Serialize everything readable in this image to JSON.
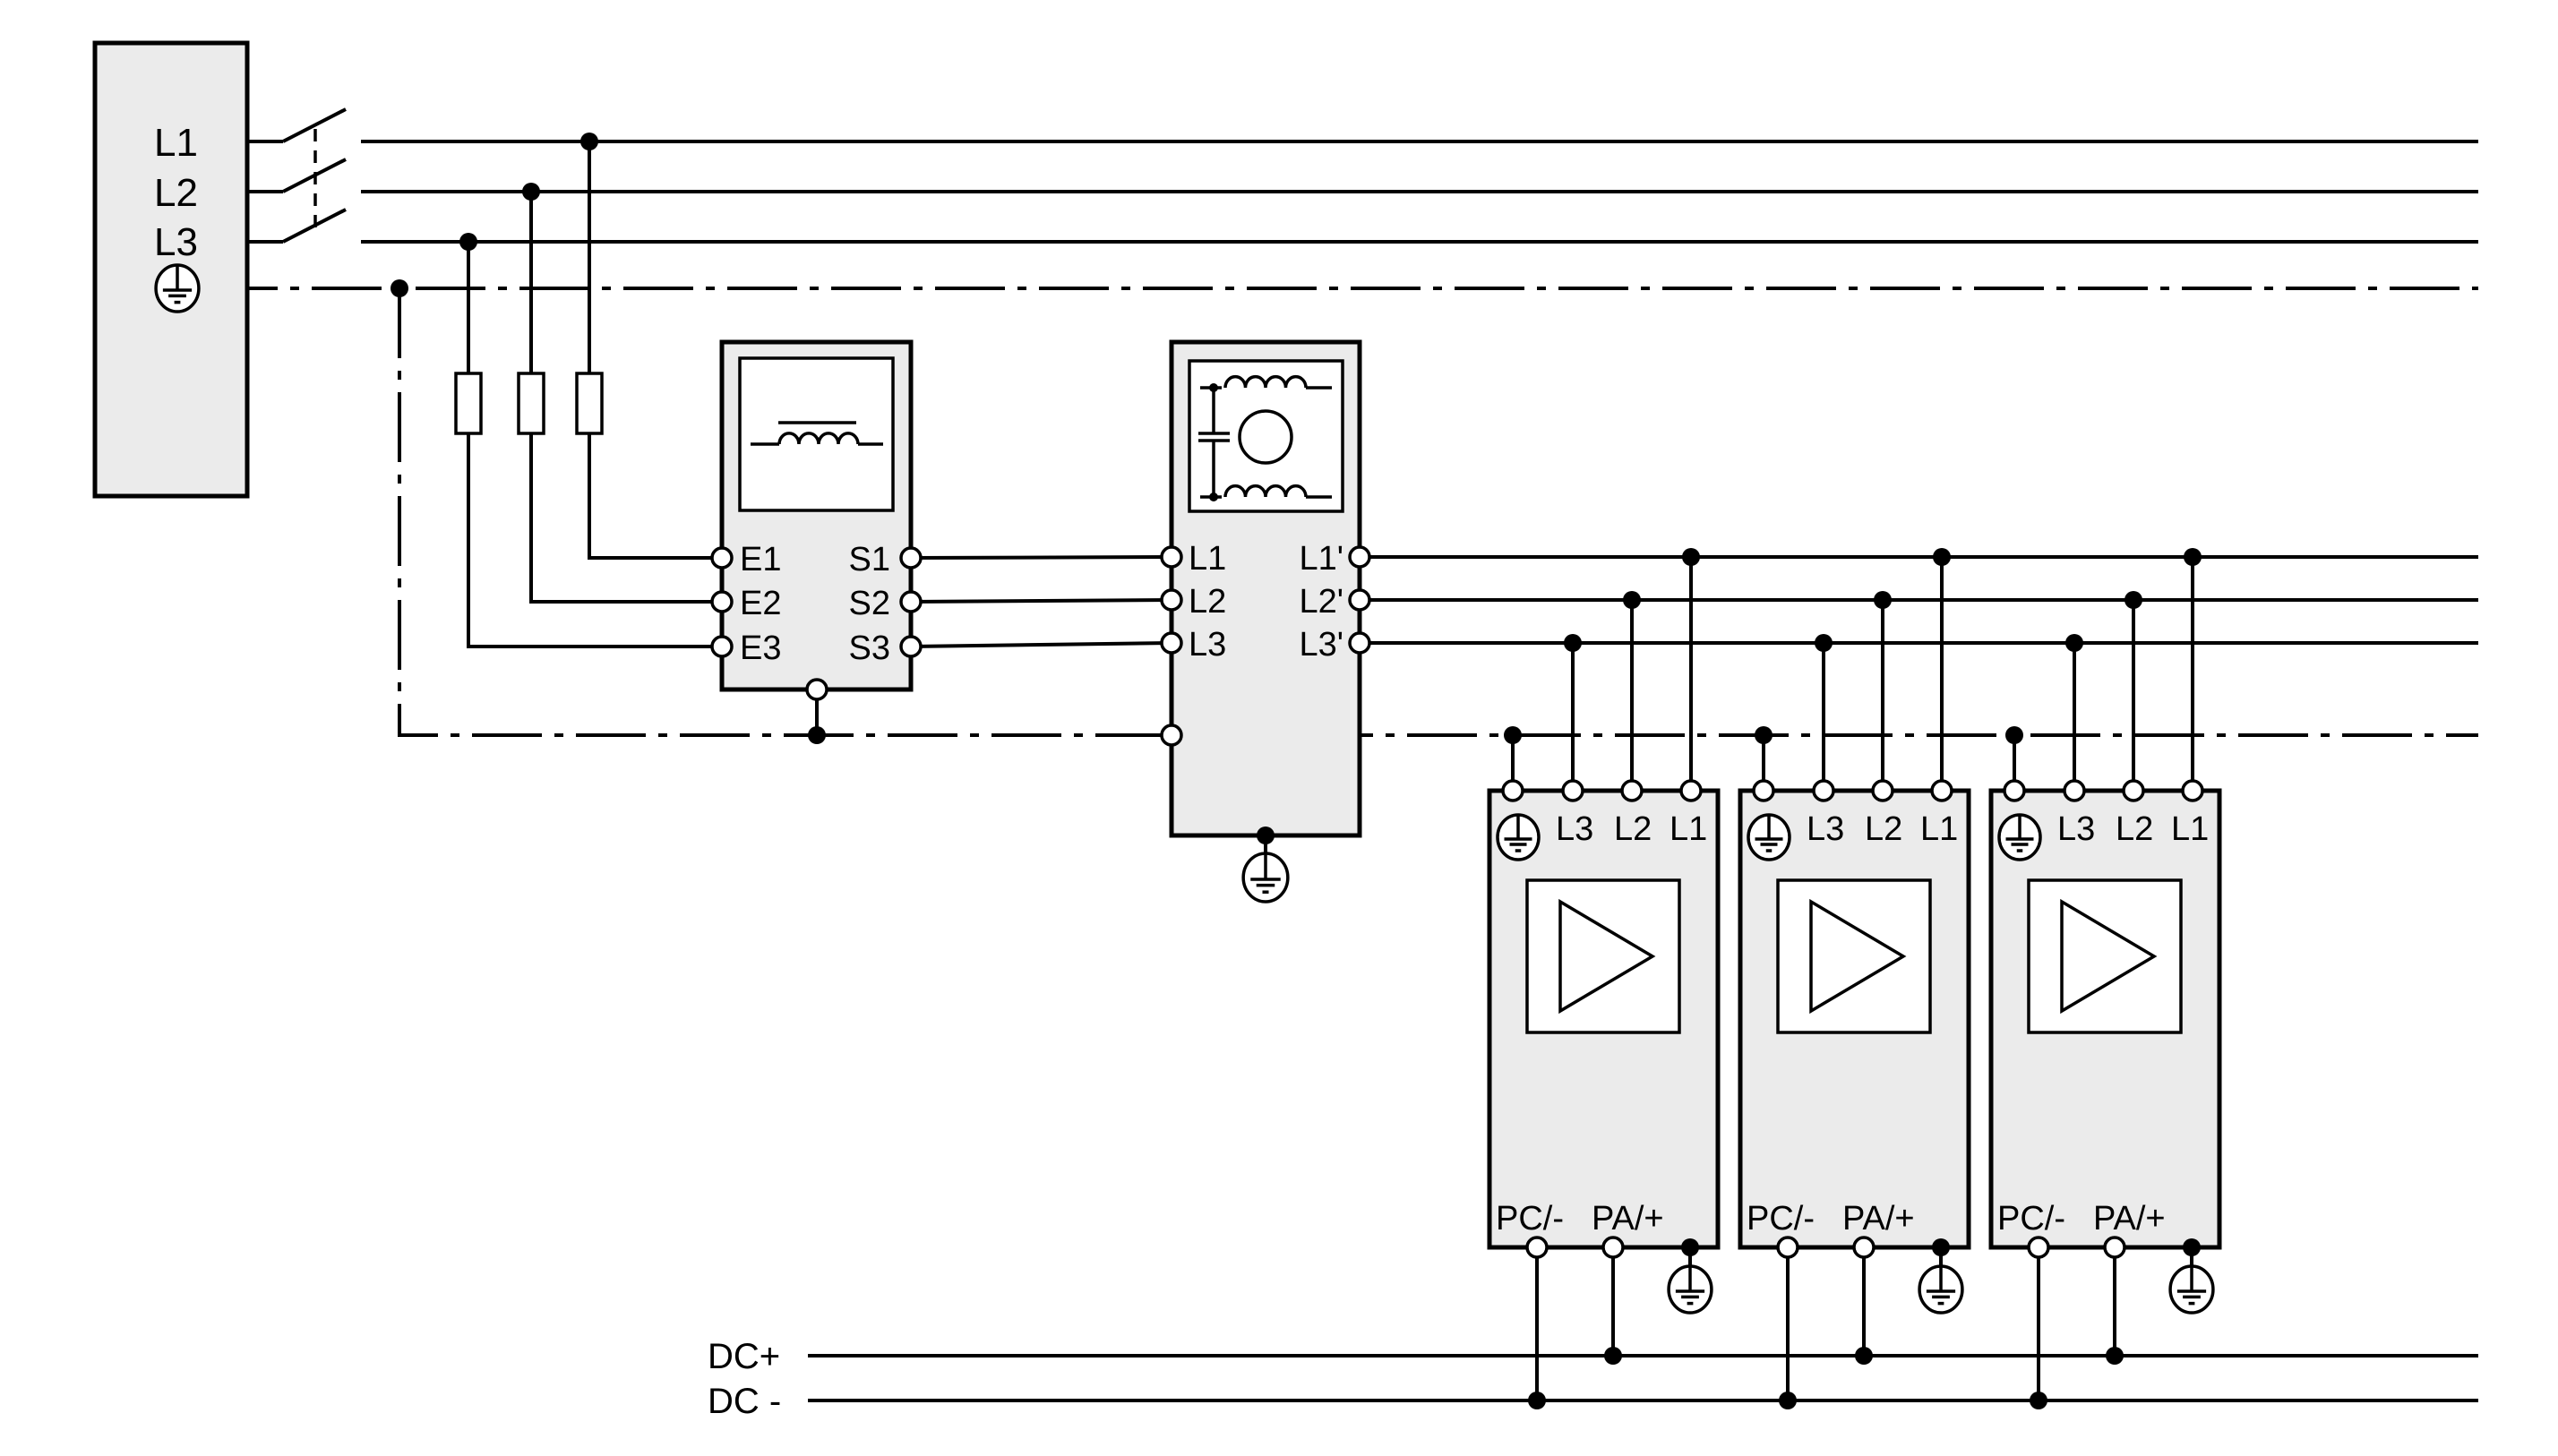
{
  "colors": {
    "line": "#000000",
    "module_fill": "#ebebeb",
    "background": "#ffffff"
  },
  "supply": {
    "phases": [
      "L1",
      "L2",
      "L3"
    ],
    "pe_icon": "protective-earth-icon"
  },
  "choke": {
    "name": "line-choke",
    "icon": "inductor-icon",
    "inputs": [
      "E1",
      "E2",
      "E3"
    ],
    "outputs": [
      "S1",
      "S2",
      "S3"
    ]
  },
  "filter": {
    "name": "mains-filter",
    "icon": "emc-filter-icon",
    "inputs": [
      "L1",
      "L2",
      "L3"
    ],
    "outputs": [
      "L1'",
      "L2'",
      "L3'"
    ],
    "ground_icon": "protective-earth-icon"
  },
  "drives": [
    {
      "name": "drive-1",
      "top_terminals": [
        "L3",
        "L2",
        "L1"
      ],
      "bottom_terminals": [
        "PC/-",
        "PA/+"
      ],
      "icon": "amplifier-triangle-icon"
    },
    {
      "name": "drive-2",
      "top_terminals": [
        "L3",
        "L2",
        "L1"
      ],
      "bottom_terminals": [
        "PC/-",
        "PA/+"
      ],
      "icon": "amplifier-triangle-icon"
    },
    {
      "name": "drive-3",
      "top_terminals": [
        "L3",
        "L2",
        "L1"
      ],
      "bottom_terminals": [
        "PC/-",
        "PA/+"
      ],
      "icon": "amplifier-triangle-icon"
    }
  ],
  "dc_bus": {
    "positive": "DC+",
    "negative": "DC -"
  },
  "fuses": {
    "count": 3,
    "icon": "fuse-icon"
  },
  "main_switch": {
    "icon": "three-pole-switch-icon"
  }
}
